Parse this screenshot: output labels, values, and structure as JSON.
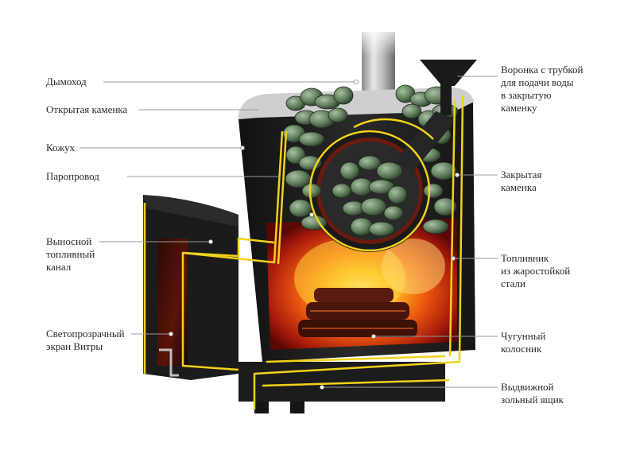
{
  "labels": {
    "chimney": [
      "Дымоход"
    ],
    "open_heater": [
      "Открытая каменка"
    ],
    "casing": [
      "Кожух"
    ],
    "steam_pipe": [
      "Паропровод"
    ],
    "remote_channel": [
      "Выносной",
      "топливный",
      "канал"
    ],
    "glass_screen": [
      "Светопрозрачный",
      "экран Витры"
    ],
    "water_funnel": [
      "Воронка с трубкой",
      "для подачи воды",
      "в закрытую",
      "каменку"
    ],
    "closed_heater": [
      "Закрытая",
      "каменка"
    ],
    "firebox": [
      "Топливник",
      "из жаростойкой",
      "стали"
    ],
    "grate": [
      "Чугунный",
      "колосник"
    ],
    "ash_drawer": [
      "Выдвижной",
      "зольный ящик"
    ]
  },
  "colors": {
    "outline": "#f2d21a",
    "steel": "#1a1a1a",
    "fire": "#e8540f",
    "fire_core": "#ffd23a",
    "stones": "#5d7a5a",
    "leader": "#9a9a9a"
  }
}
